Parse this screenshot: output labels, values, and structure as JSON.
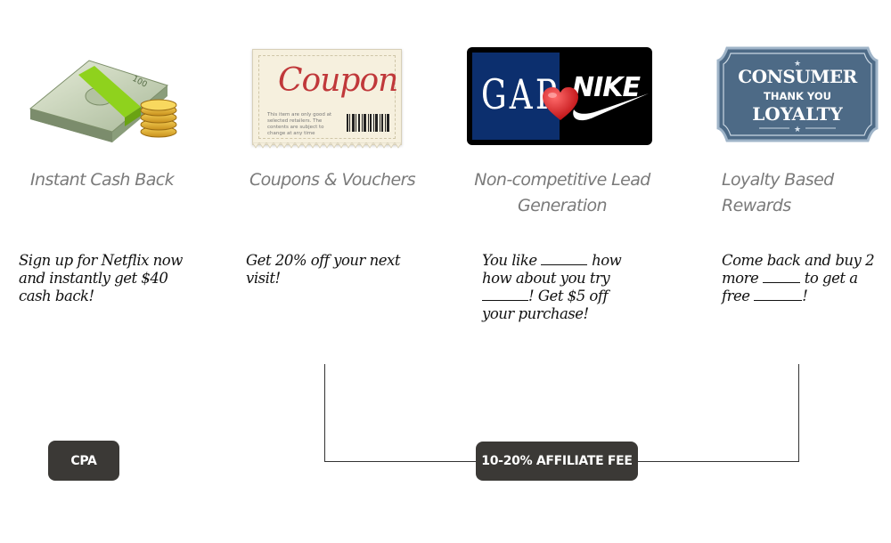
{
  "columns": [
    {
      "title": "Instant Cash Back",
      "icon": "cash-stack-icon",
      "desc_parts": [
        "Sign up for Netflix now and instantly get $40 cash back!"
      ]
    },
    {
      "title": "Coupons & Vouchers",
      "icon": "coupon-icon",
      "coupon_word": "Coupon",
      "coupon_fine": "This item are only good at selected retailers. The contents are subject to change at any time",
      "desc_parts": [
        "Get 20% off your next visit!"
      ]
    },
    {
      "title_line1": "Non-competitive Lead",
      "title_line2": "Generation",
      "icon": "gap-nike-logo-icon",
      "gap": "GAP",
      "nike": "NIKE",
      "desc_p1": "You like",
      "desc_p2": "how about you try",
      "desc_p3": "! Get $5 off your purchase!"
    },
    {
      "title": "Loyalty Based Rewards",
      "icon": "loyalty-badge-icon",
      "badge_line1": "CONSUMER",
      "badge_line2": "THANK YOU",
      "badge_line3": "LOYALTY",
      "desc_p1": "Come back and buy 2 more",
      "desc_p2": "to get a free",
      "desc_p3": "!"
    }
  ],
  "badges": {
    "cpa": "CPA",
    "affiliate": "10-20% AFFILIATE FEE"
  },
  "colors": {
    "badge_bg": "#3b3936",
    "title": "#7a7a7a",
    "coupon_red": "#c0383a",
    "gap_blue": "#0c2f6e",
    "loyalty_blue": "#4d6a86"
  }
}
